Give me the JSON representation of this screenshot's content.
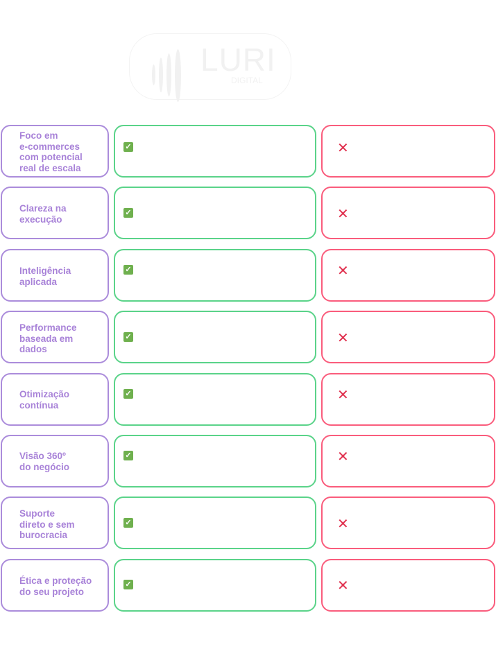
{
  "logo": {
    "word": "LURI",
    "sub": "DIGITAL"
  },
  "rows": [
    {
      "label": "Foco em\ne-commerces\ncom potencial\nreal de escala"
    },
    {
      "label": "Clareza na\nexecução"
    },
    {
      "label": "Inteligência\naplicada"
    },
    {
      "label": "Performance\nbaseada em\ndados"
    },
    {
      "label": "Otimização\ncontínua"
    },
    {
      "label": "Visão 360º\ndo negócio"
    },
    {
      "label": "Suporte\ndireto e sem\nburocracia"
    },
    {
      "label": "Ética e proteção\ndo seu projeto"
    }
  ],
  "icons": {
    "yes": "check-box-icon",
    "no": "cross-icon"
  },
  "colors": {
    "label": "#ab8cdb",
    "yes": "#5ad389",
    "no": "#fa5c7c"
  }
}
